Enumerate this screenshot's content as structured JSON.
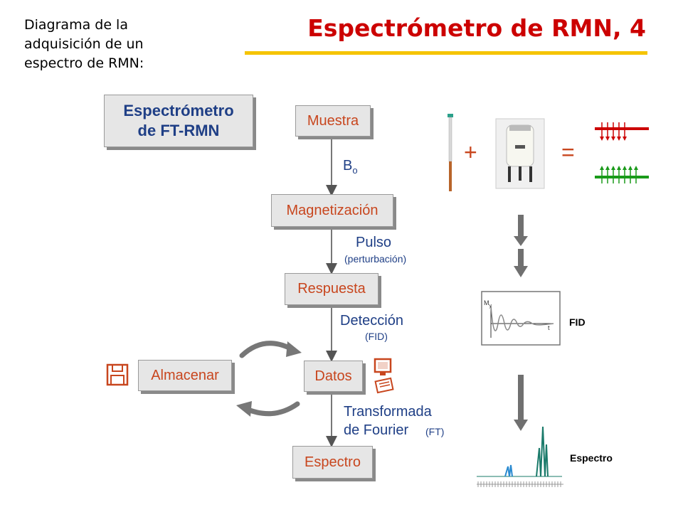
{
  "header": {
    "subtitle_lines": [
      "Diagrama de la",
      "adquisición de un",
      "espectro de RMN:"
    ],
    "title": "Espectrómetro de RMN, 4"
  },
  "diagram": {
    "spectrometer_lines": [
      "Espectrómetro",
      "de FT-RMN"
    ],
    "steps": {
      "muestra": "Muestra",
      "magnetizacion": "Magnetización",
      "respuesta": "Respuesta",
      "datos": "Datos",
      "espectro": "Espectro",
      "almacenar": "Almacenar"
    },
    "transitions": {
      "b0_main": "B",
      "b0_sub": "o",
      "pulso": "Pulso",
      "perturbacion": "(perturbación)",
      "deteccion": "Detección",
      "fid": "(FID)",
      "transformada": "Transformada",
      "de_fourier": "de Fourier",
      "ft": "(FT)"
    },
    "equation": {
      "plus": "+",
      "equals": "="
    },
    "fid_label": "FID",
    "fid_axis_y_main": "M",
    "fid_axis_y_sub": "y",
    "fid_axis_x": "t",
    "spectrum_label": "Espectro"
  },
  "colors": {
    "title": "#cc0000",
    "rule": "#f5c400",
    "box_text": "#c8461e",
    "label_text": "#1f3f86",
    "spin_down": "#cc0000",
    "spin_up": "#1a9a1a",
    "spectrum_teal": "#1a7a6a",
    "spectrum_blue": "#2a8ad0"
  },
  "icons": [
    "floppy-disk-icon",
    "computer-icon",
    "nmr-tube-icon",
    "magnet-icon",
    "refresh-arrows-icon"
  ]
}
